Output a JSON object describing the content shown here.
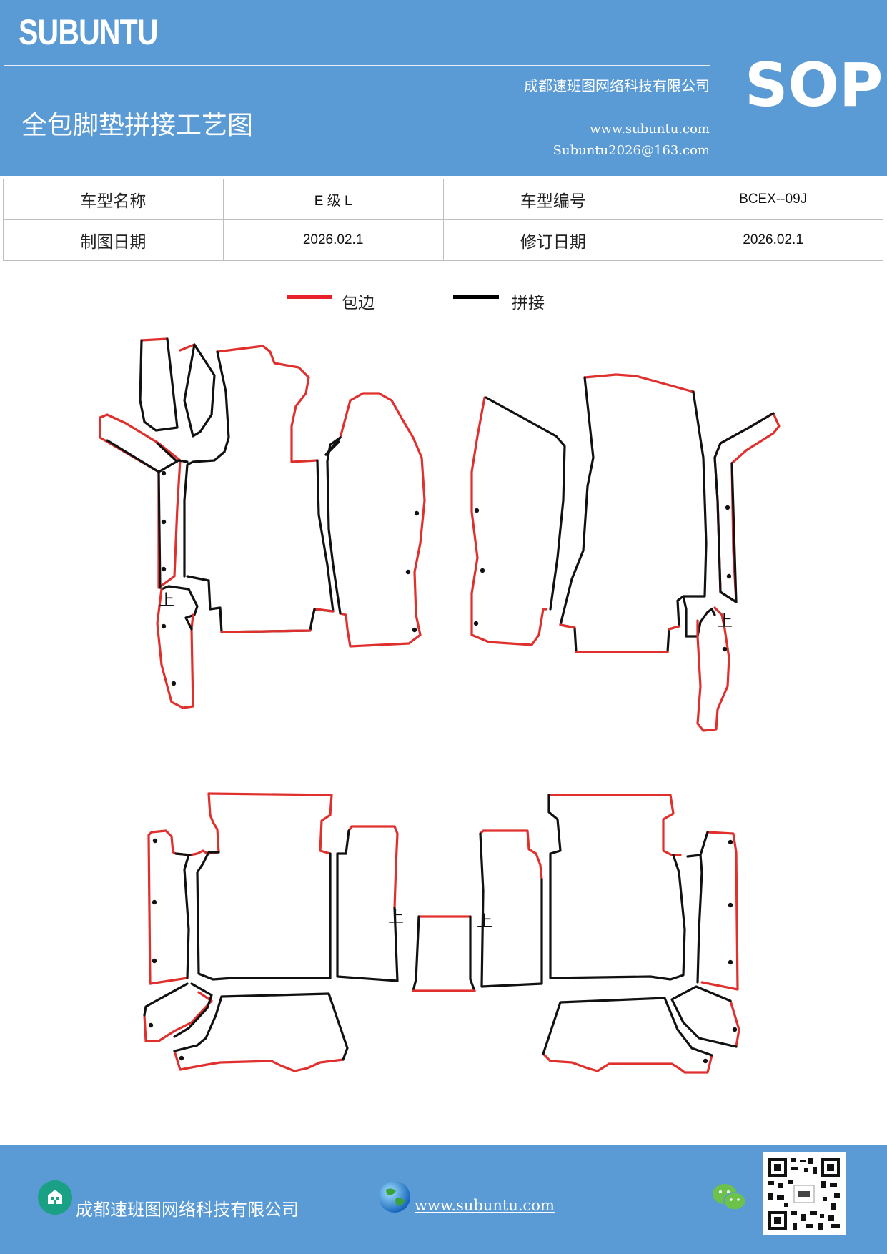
{
  "header": {
    "brand": "SUBUNTU",
    "company": "成都速班图网络科技有限公司",
    "badge": "SOP",
    "title": "全包脚垫拼接工艺图",
    "website": "www.subuntu.com",
    "email": "Subuntu2026@163.com"
  },
  "info_table": {
    "row1": {
      "label1": "车型名称",
      "value1": "E 级 L",
      "label2": "车型编号",
      "value2": "BCEX--09J"
    },
    "row2": {
      "label1": "制图日期",
      "value1": "2026.02.1",
      "label2": "修订日期",
      "value2": "2026.02.1"
    }
  },
  "legend": {
    "items": [
      {
        "label": "包边",
        "color": "#e8202a"
      },
      {
        "label": "拼接",
        "color": "#000000"
      }
    ]
  },
  "diagram": {
    "edge_color": "#e0302e",
    "seam_color": "#111111",
    "up_marker": "上"
  },
  "footer": {
    "company": "成都速班图网络科技有限公司",
    "website": "www.subuntu.com ",
    "icons": [
      "building-icon",
      "globe-icon",
      "wechat-icon",
      "qr-code"
    ]
  }
}
